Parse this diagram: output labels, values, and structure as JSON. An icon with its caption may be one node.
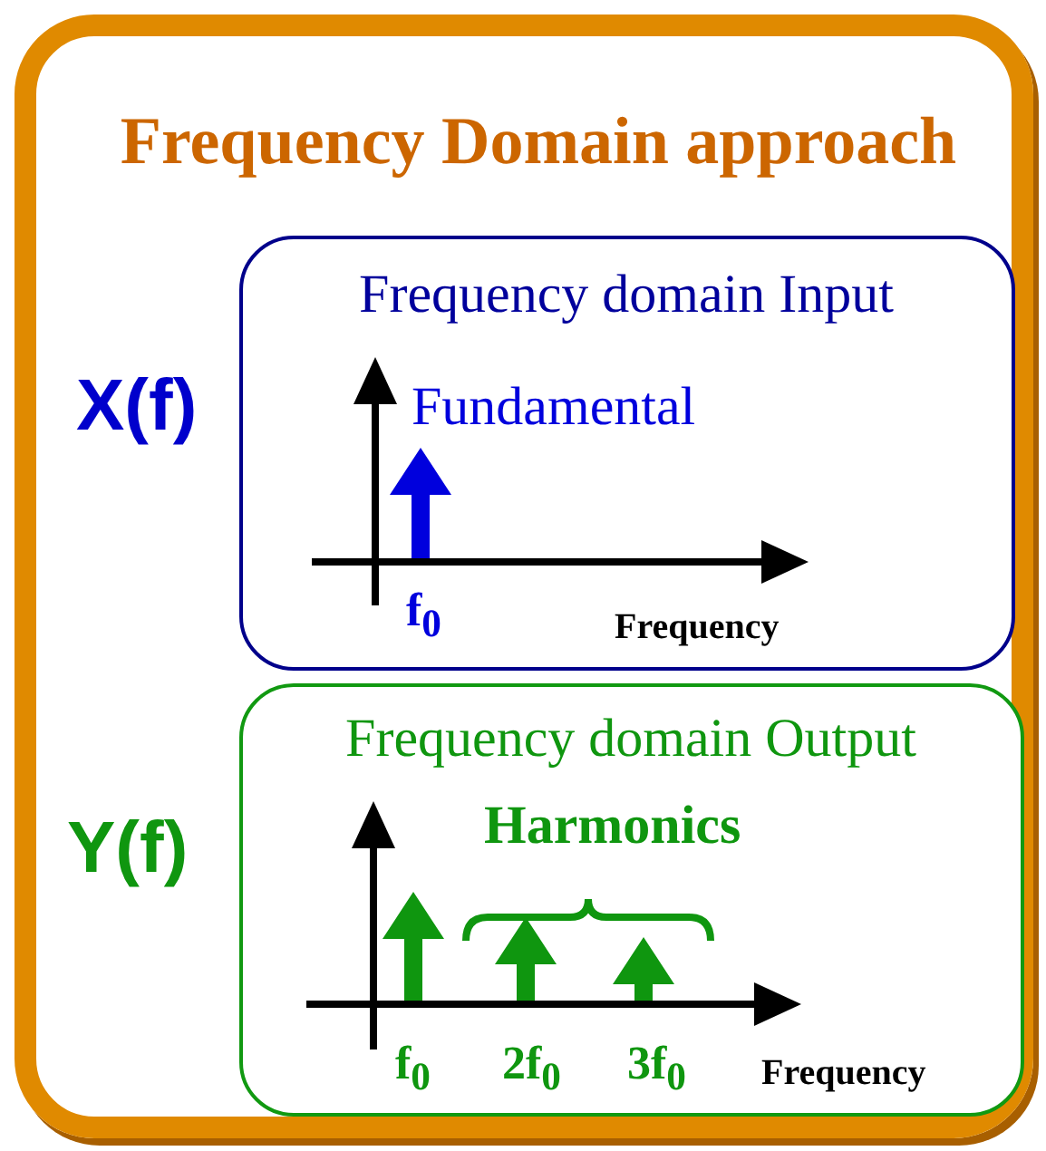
{
  "diagram": {
    "nodes": [
      {
        "text": [
          "Frequency Domain approach"
        ]
      },
      {
        "text": [
          "Frequency domain Input"
        ],
        "in": 0,
        "beside": [
          "X(f)"
        ]
      },
      {
        "text": [
          "Frequency domain Output"
        ],
        "in": 0,
        "beside": [
          "Y(f)"
        ]
      }
    ],
    "labels": [
      "Fundamental",
      "f$_{0}$",
      "Frequency",
      "Harmonics",
      "f$_{0}$",
      "2f$_{0}$",
      "3f$_{0}$",
      "Frequency"
    ]
  }
}
